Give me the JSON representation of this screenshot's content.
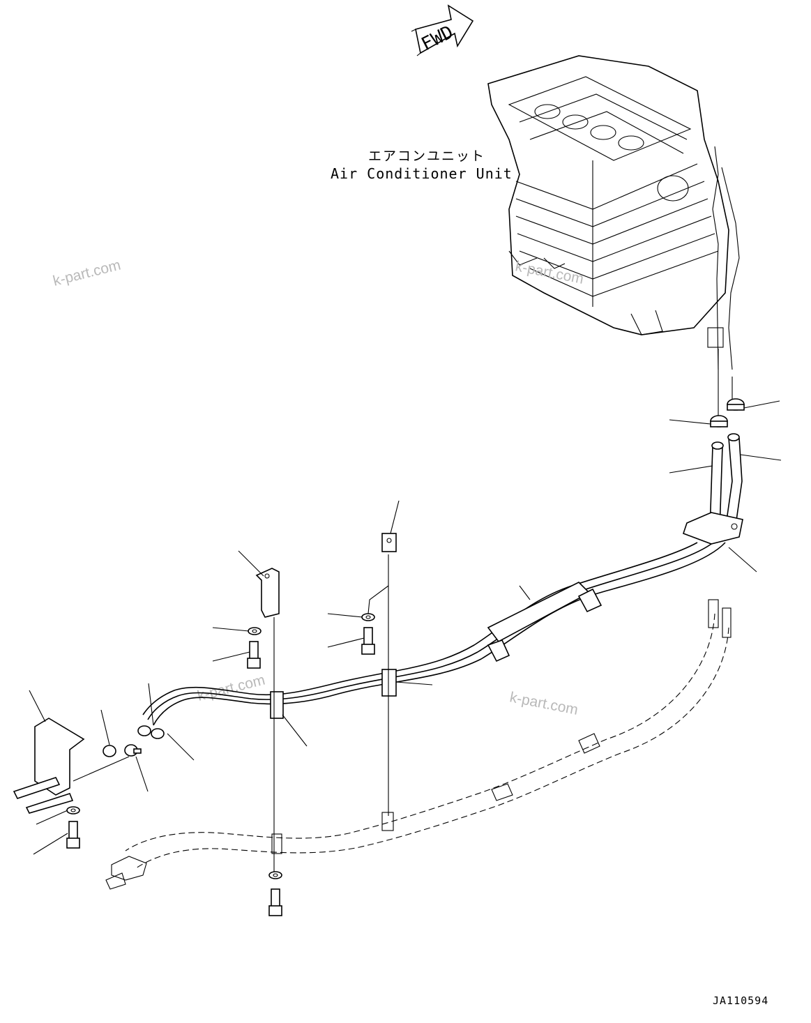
{
  "fwd_label": "FWD",
  "unit_label": {
    "japanese": "エアコンユニット",
    "english": "Air Conditioner Unit"
  },
  "watermarks": [
    "k-part.com",
    "k-part.com",
    "k-part.com",
    "k-part.com"
  ],
  "drawing_number": "JA110594"
}
